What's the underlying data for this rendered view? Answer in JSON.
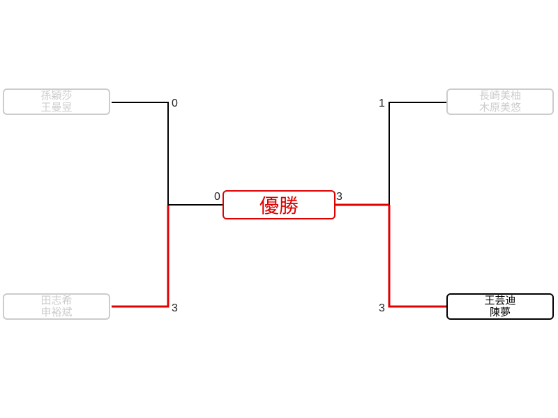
{
  "bracket": {
    "left": {
      "top_team": {
        "player1": "孫穎莎",
        "player2": "王曼昱",
        "score": "0",
        "won": false
      },
      "bottom_team": {
        "player1": "田志希",
        "player2": "申裕斌",
        "score": "3",
        "won": true
      },
      "final_score": "0"
    },
    "right": {
      "top_team": {
        "player1": "長崎美柚",
        "player2": "木原美悠",
        "score": "1",
        "won": false
      },
      "bottom_team": {
        "player1": "王芸迪",
        "player2": "陳夢",
        "score": "3",
        "won": true
      },
      "final_score": "3"
    },
    "champion_label": "優勝"
  },
  "colors": {
    "winner_line": "#e00000",
    "loser_line": "#000000",
    "eliminated_text": "#cccccc",
    "winner_text": "#000000",
    "champion": "#e00000"
  }
}
